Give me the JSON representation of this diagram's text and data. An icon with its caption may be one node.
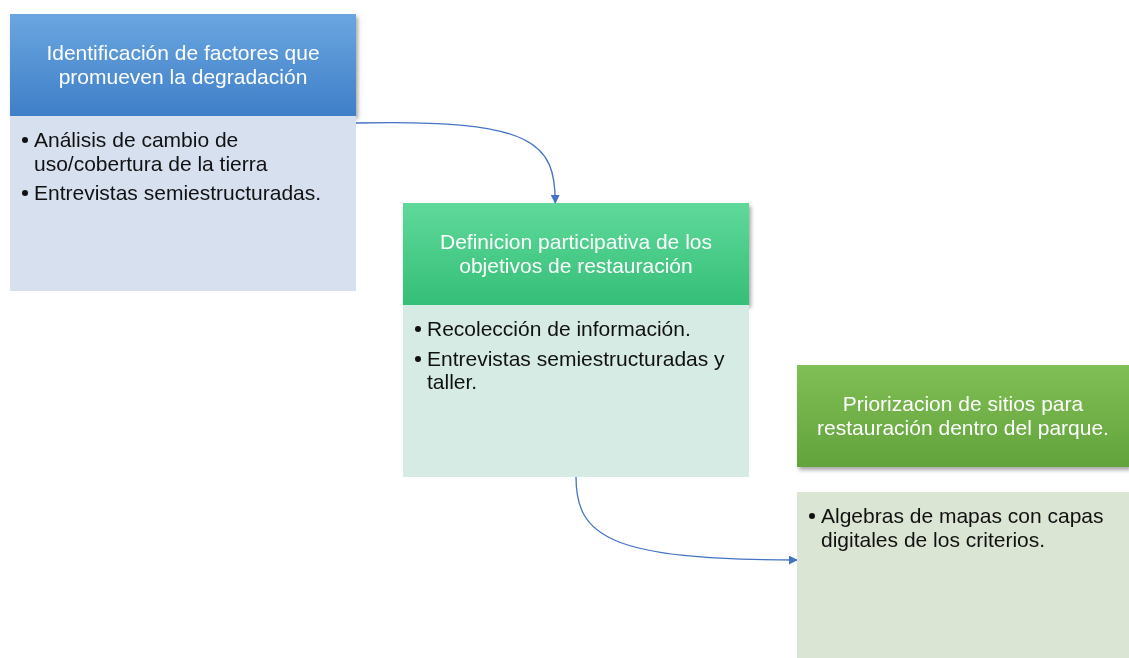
{
  "diagram": {
    "nodes": [
      {
        "text": [
          "Identificación de factores que promueven la degradación"
        ]
      },
      {
        "text": [
          "Análisis de cambio de uso/cobertura de la tierra",
          "Entrevistas semiestructuradas."
        ]
      },
      {
        "text": [
          "Definicion participativa de los objetivos de restauración"
        ]
      },
      {
        "text": [
          "Recolección de información.",
          "Entrevistas semiestructuradas y taller."
        ]
      },
      {
        "text": [
          "Priorizacion de sitios para restauración dentro del parque."
        ]
      },
      {
        "text": [
          "Algebras de mapas con capas digitales de los criterios."
        ]
      }
    ],
    "edges": [
      {
        "from": 1,
        "to": 2,
        "arrow": "to"
      },
      {
        "from": 3,
        "to": 5,
        "arrow": "to"
      }
    ]
  }
}
